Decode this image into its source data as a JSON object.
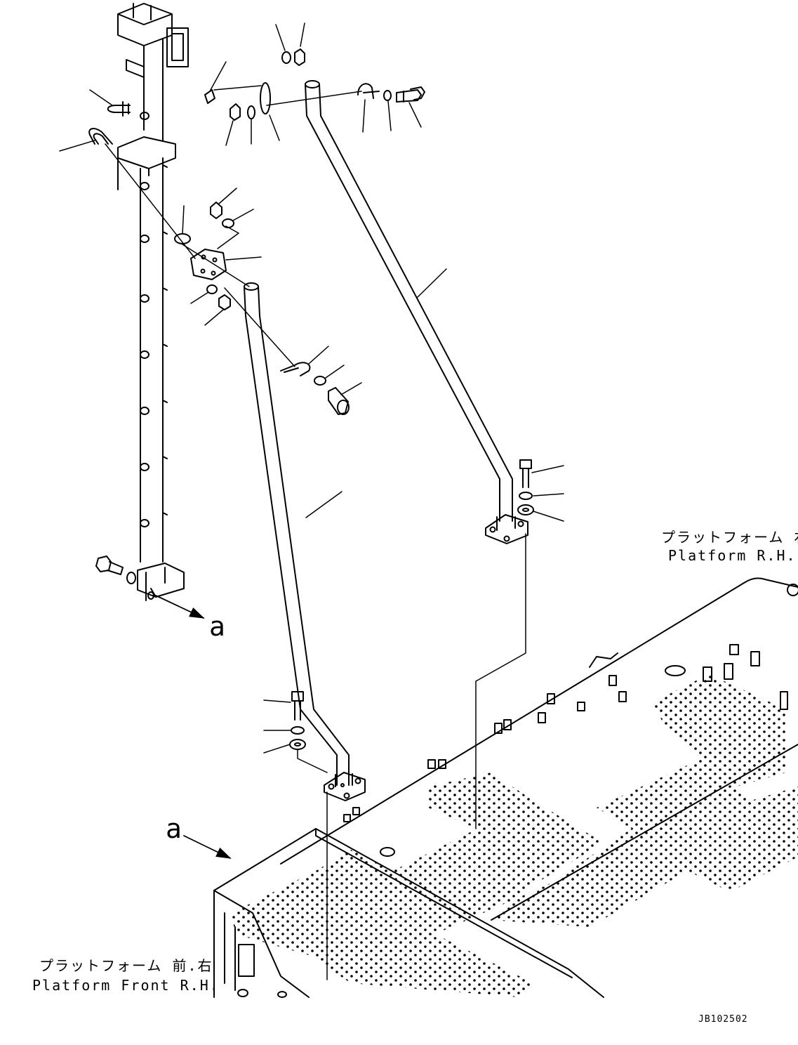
{
  "labels": {
    "platform_rh_jp": "プラットフォーム 右",
    "platform_rh_en": "Platform R.H.",
    "platform_front_rh_jp": "プラットフォーム 前.右",
    "platform_front_rh_en": "Platform Front R.H.",
    "view_ref_upper": "a",
    "view_ref_lower": "a",
    "drawing_code": "JB102502"
  }
}
